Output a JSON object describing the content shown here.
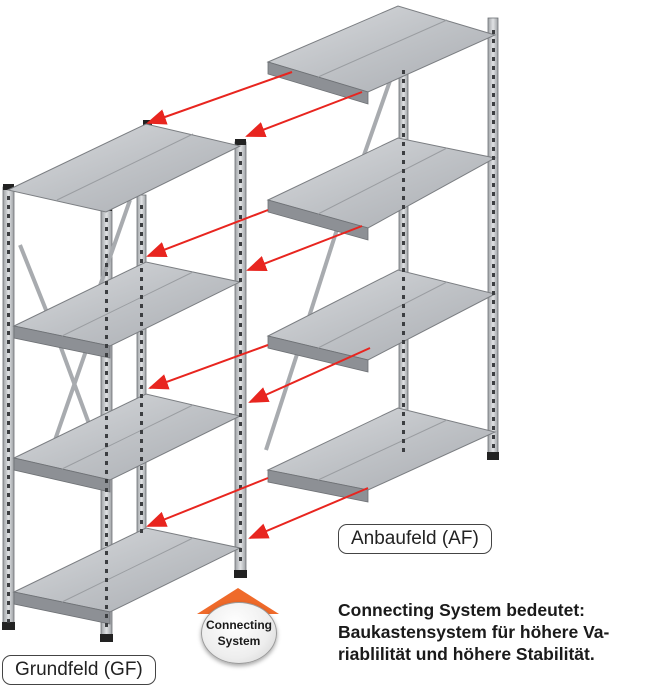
{
  "labels": {
    "grundfeld": "Grundfeld (GF)",
    "anbaufeld": "Anbaufeld (AF)"
  },
  "badge": {
    "line1": "Connecting",
    "line2": "System"
  },
  "caption": {
    "line1": "Connecting System bedeutet:",
    "line2": "Baukastensystem für höhere Va-",
    "line3": "riablilität und höhere Stabilität."
  },
  "colors": {
    "arrow": "#e8251f",
    "badge_triangle": "#ef6a2a",
    "steel": "#b9bcc0"
  }
}
